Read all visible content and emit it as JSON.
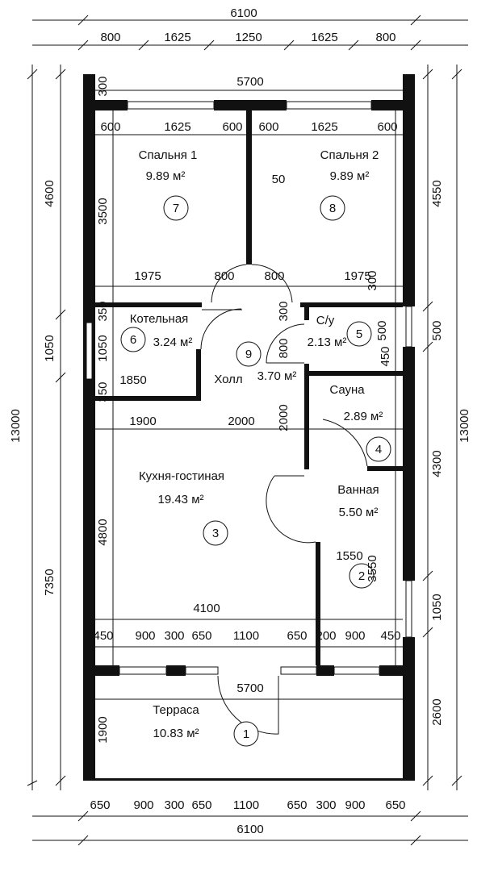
{
  "rooms": [
    {
      "number": "1",
      "name": "Терраса",
      "area": "10.83 м²"
    },
    {
      "number": "2",
      "name": "",
      "area": ""
    },
    {
      "number": "3",
      "name": "Кухня-гостиная",
      "area": "19.43 м²"
    },
    {
      "number": "4",
      "name": "",
      "area": ""
    },
    {
      "number": "5",
      "name": "С/у",
      "area": "2.13 м²"
    },
    {
      "number": "6",
      "name": "Котельная",
      "area": "3.24 м²"
    },
    {
      "number": "7",
      "name": "Спальня 1",
      "area": "9.89 м²"
    },
    {
      "number": "8",
      "name": "Спальня 2",
      "area": "9.89 м²"
    },
    {
      "number": "9",
      "name": "Холл",
      "area": "3.70 м²"
    },
    {
      "number": "",
      "name": "Сауна",
      "area": "2.89 м²"
    },
    {
      "number": "",
      "name": "Ванная",
      "area": "5.50 м²"
    }
  ],
  "dims": {
    "top_total": "6100",
    "top": [
      "800",
      "1625",
      "1250",
      "1625",
      "800"
    ],
    "bottom_total": "6100",
    "bottom": [
      "650",
      "900",
      "300",
      "650",
      "1100",
      "650",
      "300",
      "900",
      "650"
    ],
    "left_total": "13000",
    "left": [
      "4600",
      "1050",
      "7350"
    ],
    "right_total": "13000",
    "right": [
      "4550",
      "500",
      "4300",
      "1050",
      "2600"
    ],
    "inner": {
      "porch_width": "5700",
      "porch_depth": "300",
      "bedrooms_row": [
        "600",
        "1625",
        "600",
        "600",
        "1625",
        "600"
      ],
      "partition": "50",
      "bedroom_height": "3500",
      "bedroom_bottom": [
        "1975",
        "800",
        "800",
        "1975",
        "300"
      ],
      "boiler": [
        "350",
        "1050",
        "1850",
        "350"
      ],
      "wc": [
        "300",
        "800",
        "500",
        "450"
      ],
      "hall": [
        "1900",
        "2000",
        "2000"
      ],
      "kitchen_height": "4800",
      "bath": [
        "1550",
        "3550"
      ],
      "kitchen_width": "4100",
      "front_row": [
        "450",
        "900",
        "300",
        "650",
        "1100",
        "650",
        "200",
        "900",
        "450"
      ],
      "terrace_width": "5700",
      "terrace_depth": "1900"
    }
  }
}
